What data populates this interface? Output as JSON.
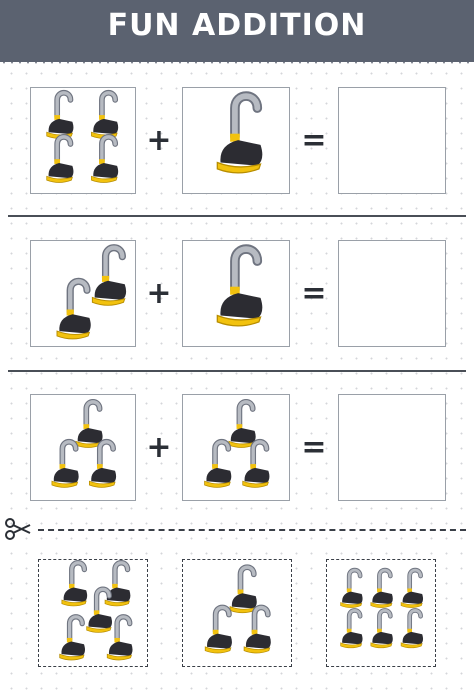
{
  "header": {
    "title": "FUN ADDITION"
  },
  "operators": {
    "plus": "+",
    "equals": "="
  },
  "icons": {
    "hook": "pirate-hook-icon",
    "cut": "scissors-icon"
  },
  "colors": {
    "banner": "#5b6270",
    "hook_metal": "#b7bbc2",
    "hat_black": "#2c2c32",
    "hat_gold": "#f2c20e"
  },
  "problems": [
    {
      "left_count": 4,
      "right_count": 1
    },
    {
      "left_count": 2,
      "right_count": 1
    },
    {
      "left_count": 3,
      "right_count": 3
    }
  ],
  "answer_options": [
    5,
    3,
    6
  ]
}
